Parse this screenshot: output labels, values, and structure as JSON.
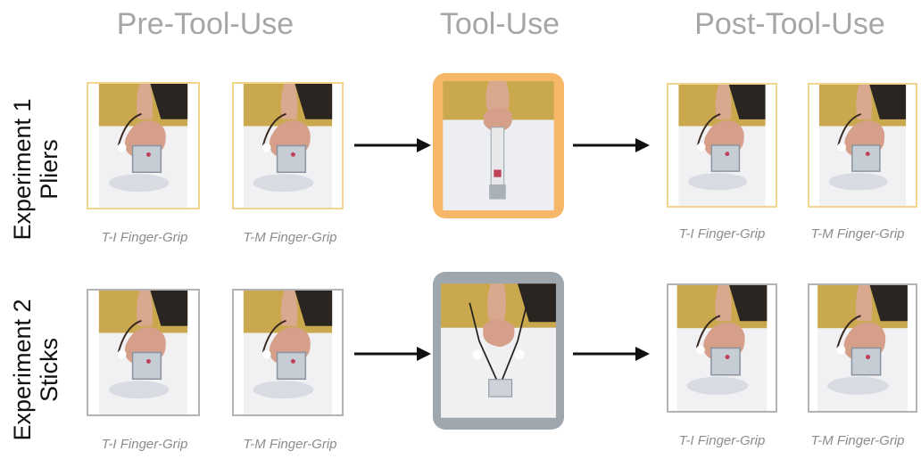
{
  "phases": {
    "pre": "Pre-Tool-Use",
    "tool": "Tool-Use",
    "post": "Post-Tool-Use"
  },
  "rows": [
    {
      "experiment": "Experiment 1",
      "tool": "Pliers",
      "captions": [
        "T-I Finger-Grip",
        "T-M Finger-Grip",
        "T-I Finger-Grip",
        "T-M Finger-Grip"
      ],
      "frame_color": "#f6b868",
      "thumb_border_color": "#f2d48c"
    },
    {
      "experiment": "Experiment 2",
      "tool": "Sticks",
      "captions": [
        "T-I Finger-Grip",
        "T-M Finger-Grip",
        "T-I Finger-Grip",
        "T-M Finger-Grip"
      ],
      "frame_color": "#9ea7ae",
      "thumb_border_color": "#b3b3b3"
    }
  ],
  "arrow_color": "#111111"
}
